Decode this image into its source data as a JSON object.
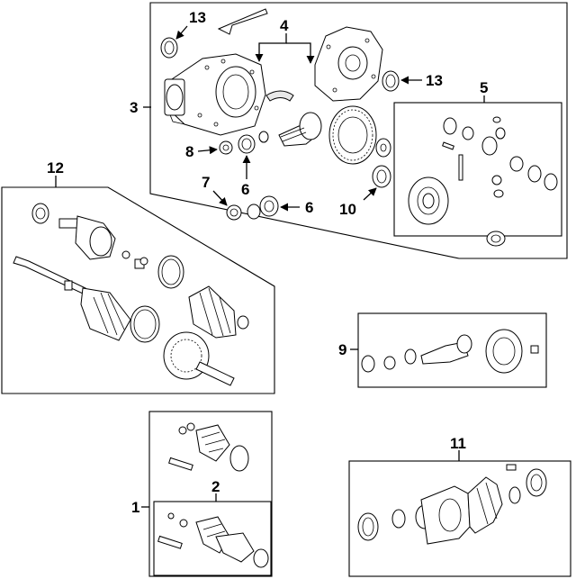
{
  "callouts": {
    "c1": "1",
    "c2": "2",
    "c3": "3",
    "c4": "4",
    "c5": "5",
    "c6a": "6",
    "c6b": "6",
    "c7": "7",
    "c8": "8",
    "c9": "9",
    "c10": "10",
    "c11": "11",
    "c12": "12",
    "c13a": "13",
    "c13b": "13"
  }
}
